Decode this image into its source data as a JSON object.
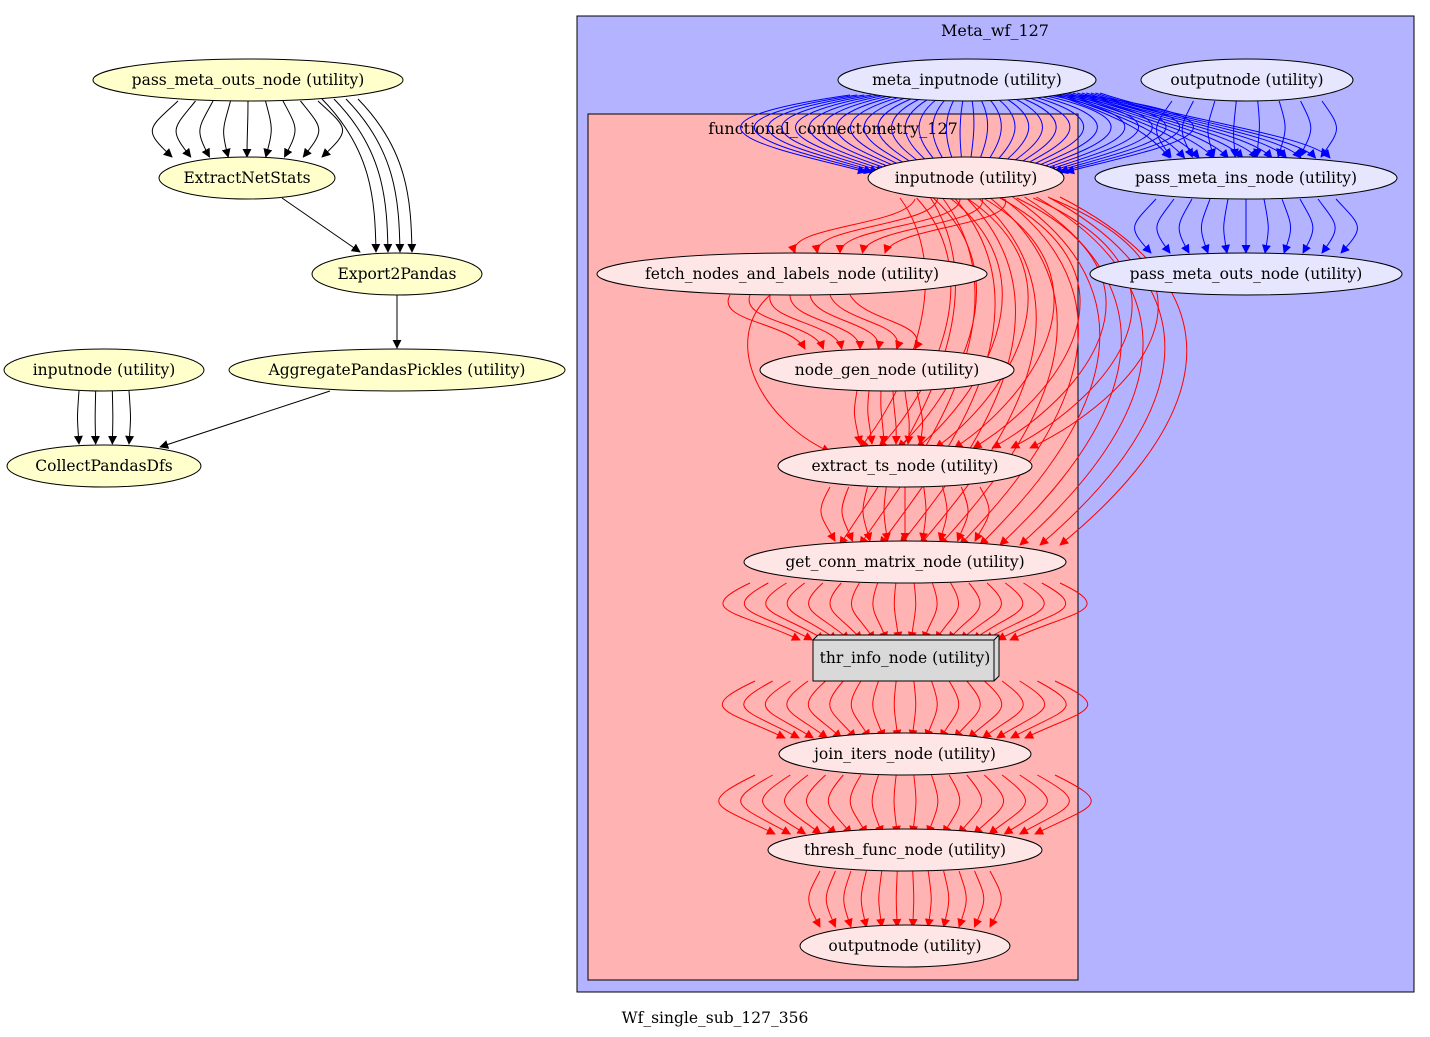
{
  "graph_title": "Wf_single_sub_127_356",
  "colors": {
    "outer_node_fill": "#ffffcc",
    "meta_cluster_fill": "#b3b3ff",
    "func_cluster_fill": "#ffb3b3",
    "meta_node_fill": "#e6e6ff",
    "func_node_fill": "#ffe6e6",
    "box_node_fill": "#d9d9d9",
    "edge_black": "#000000",
    "edge_blue": "#0000ff",
    "edge_red": "#ff0000"
  },
  "clusters": {
    "meta": {
      "label": "Meta_wf_127"
    },
    "func": {
      "label": "functional_connectometry_127"
    }
  },
  "nodes": {
    "pass_meta_outs_left": "pass_meta_outs_node (utility)",
    "extract_net_stats": "ExtractNetStats",
    "export2pandas": "Export2Pandas",
    "inputnode_left": "inputnode (utility)",
    "aggregate": "AggregatePandasPickles (utility)",
    "collect": "CollectPandasDfs",
    "meta_inputnode": "meta_inputnode (utility)",
    "outputnode_meta": "outputnode (utility)",
    "pass_meta_ins": "pass_meta_ins_node (utility)",
    "pass_meta_outs_right": "pass_meta_outs_node (utility)",
    "inputnode_func": "inputnode (utility)",
    "fetch_nodes": "fetch_nodes_and_labels_node (utility)",
    "node_gen": "node_gen_node (utility)",
    "extract_ts": "extract_ts_node (utility)",
    "get_conn": "get_conn_matrix_node (utility)",
    "thr_info": "thr_info_node (utility)",
    "join_iters": "join_iters_node (utility)",
    "thresh_func": "thresh_func_node (utility)",
    "outputnode_func": "outputnode (utility)"
  }
}
